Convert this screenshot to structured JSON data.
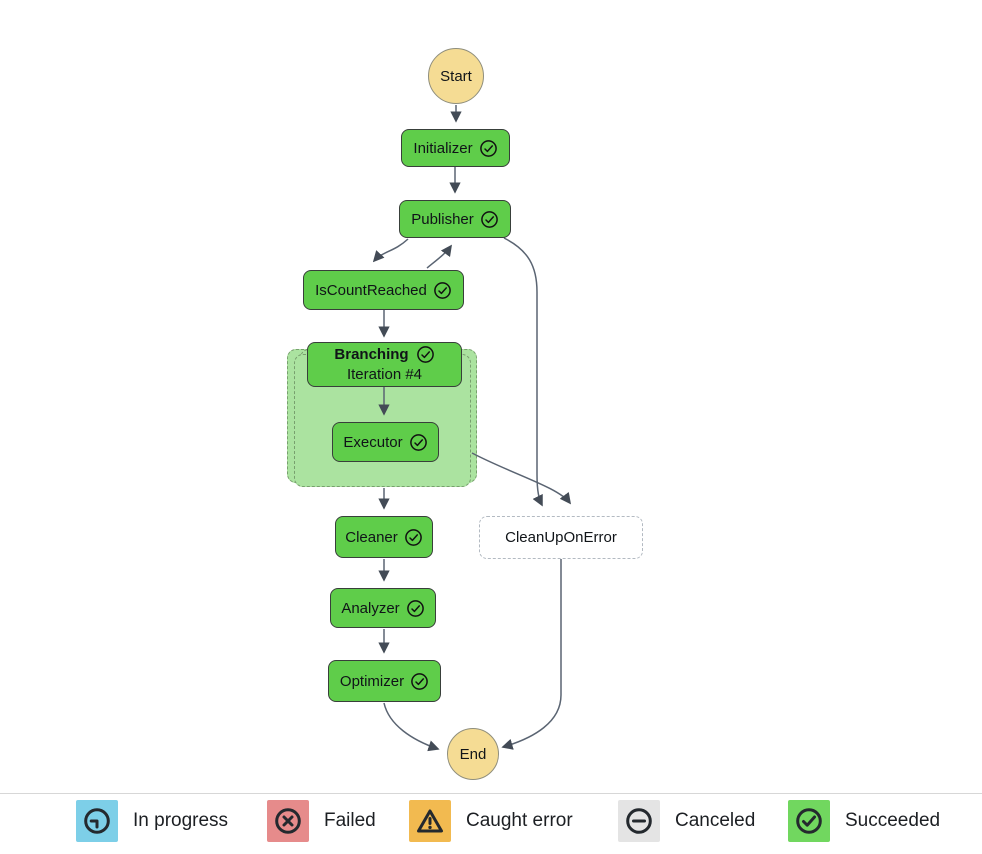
{
  "graph": {
    "nodes": {
      "start": {
        "label": "Start",
        "type": "terminal"
      },
      "initializer": {
        "label": "Initializer",
        "status": "succeeded"
      },
      "publisher": {
        "label": "Publisher",
        "status": "succeeded"
      },
      "is_count_reached": {
        "label": "IsCountReached",
        "status": "succeeded"
      },
      "branching": {
        "label": "Branching",
        "sublabel": "Iteration #4",
        "status": "succeeded"
      },
      "executor": {
        "label": "Executor",
        "status": "succeeded"
      },
      "cleaner": {
        "label": "Cleaner",
        "status": "succeeded"
      },
      "clean_up_on_error": {
        "label": "CleanUpOnError",
        "status": "not-executed"
      },
      "analyzer": {
        "label": "Analyzer",
        "status": "succeeded"
      },
      "optimizer": {
        "label": "Optimizer",
        "status": "succeeded"
      },
      "end": {
        "label": "End",
        "type": "terminal"
      }
    }
  },
  "legend": {
    "items": [
      {
        "label": "In progress",
        "icon": "clock-icon",
        "color": "#7dcfe8"
      },
      {
        "label": "Failed",
        "icon": "x-circle-icon",
        "color": "#e68b8b"
      },
      {
        "label": "Caught error",
        "icon": "warning-triangle-icon",
        "color": "#f2ba50"
      },
      {
        "label": "Canceled",
        "icon": "minus-circle-icon",
        "color": "#e4e4e4"
      },
      {
        "label": "Succeeded",
        "icon": "check-circle-icon",
        "color": "#71d75f"
      }
    ]
  },
  "colors": {
    "node_succeeded_fill": "#5fcd4a",
    "node_border": "#383f3a",
    "group_fill": "#abe3a0",
    "group_border": "#78a06e",
    "terminal_fill": "#f5dc94",
    "terminal_border": "#8f8e7c",
    "ghost_border": "#b3bac2",
    "edge": "#5a6472"
  }
}
